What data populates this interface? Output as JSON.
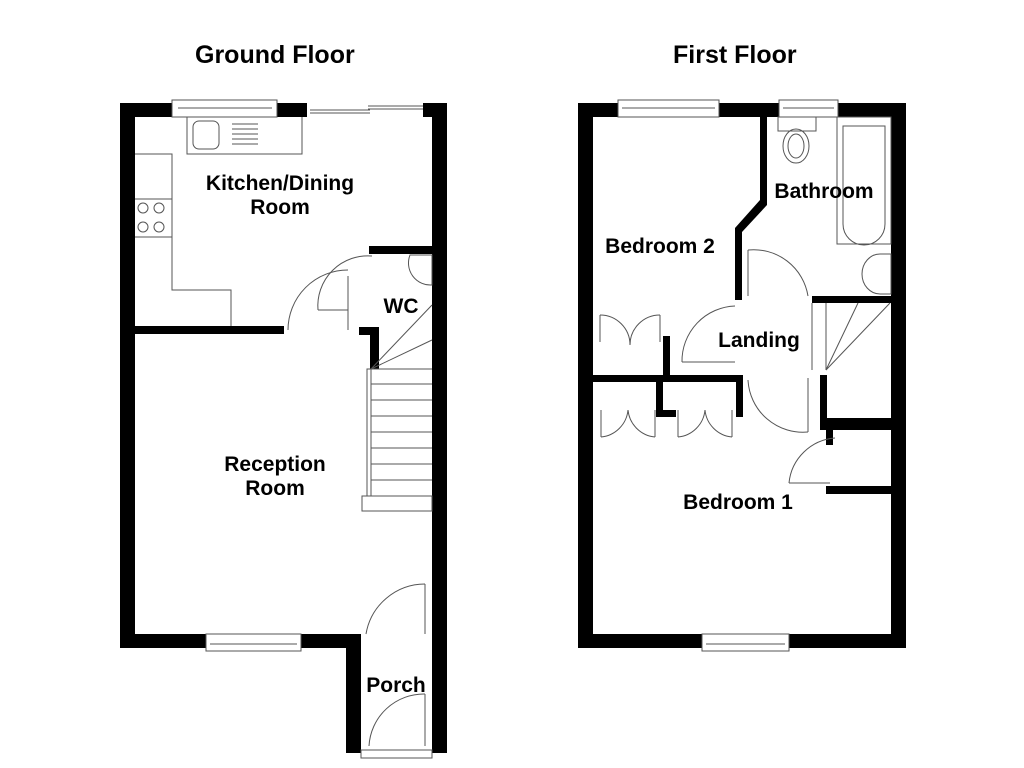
{
  "floors": [
    {
      "title": "Ground Floor",
      "rooms": [
        {
          "label_line1": "Kitchen/Dining",
          "label_line2": "Room"
        },
        {
          "label_line1": "WC",
          "label_line2": ""
        },
        {
          "label_line1": "Reception",
          "label_line2": "Room"
        },
        {
          "label_line1": "Porch",
          "label_line2": ""
        }
      ]
    },
    {
      "title": "First Floor",
      "rooms": [
        {
          "label_line1": "Bathroom",
          "label_line2": ""
        },
        {
          "label_line1": "Bedroom 2",
          "label_line2": ""
        },
        {
          "label_line1": "Landing",
          "label_line2": ""
        },
        {
          "label_line1": "Bedroom 1",
          "label_line2": ""
        }
      ]
    }
  ],
  "colors": {
    "wall": "#000000",
    "fixture_line": "#555555",
    "background": "#ffffff"
  }
}
